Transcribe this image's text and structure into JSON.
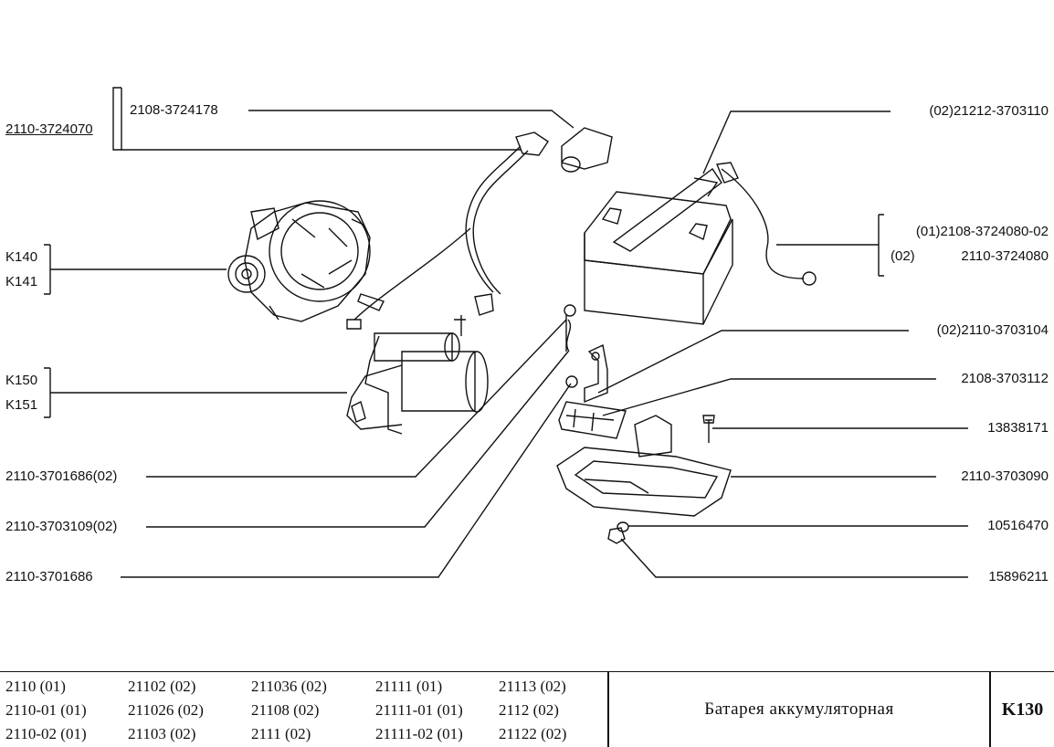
{
  "callouts": {
    "harness_top": "2110-3724070",
    "harness_cable": "2108-3724178",
    "clamp_cable": "(02)21212-3703110",
    "neg_cable_01": "(01)2108-3724080-02",
    "neg_cable_02_code": "(02)",
    "neg_cable_02_num": "2110-3724080",
    "alt_k140": "K140",
    "alt_k141": "K141",
    "start_k150": "K150",
    "start_k151": "K151",
    "bolt_left1": "2110-3701686(02)",
    "bolt_left2": "2110-3703109(02)",
    "bolt_left3": "2110-3701686",
    "rod": "(02)2110-3703104",
    "bracket": "2108-3703112",
    "screw": "13838171",
    "tray": "2110-3703090",
    "washer": "10516470",
    "nut": "15896211"
  },
  "footer": {
    "models": [
      [
        "2110 (01)",
        "21102 (02)",
        "211036 (02)",
        "21111 (01)",
        "21113 (02)"
      ],
      [
        "2110-01 (01)",
        "211026 (02)",
        "21108 (02)",
        "21111-01 (01)",
        "2112 (02)"
      ],
      [
        "2110-02 (01)",
        "21103 (02)",
        "2111 (02)",
        "21111-02 (01)",
        "21122 (02)"
      ]
    ],
    "title": "Батарея аккумуляторная",
    "sheet": "K130"
  }
}
